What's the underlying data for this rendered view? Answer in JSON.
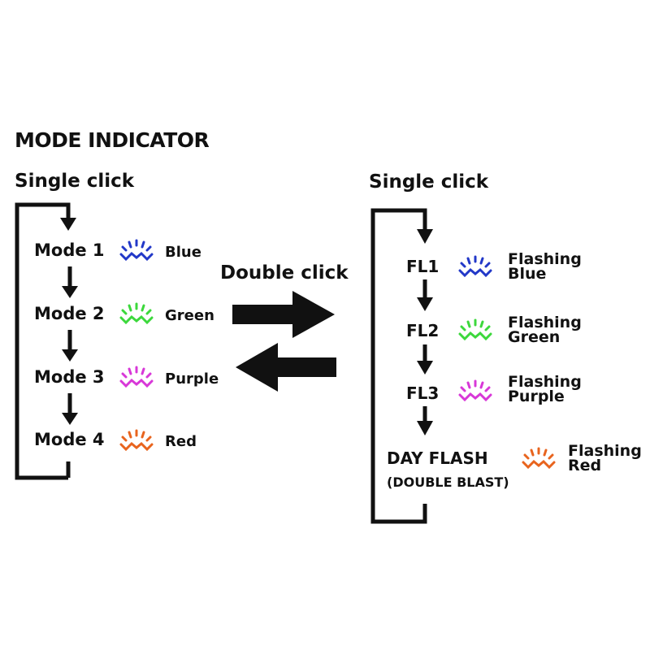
{
  "title": "MODE INDICATOR",
  "left": {
    "click_label": "Single click",
    "modes": [
      {
        "name": "Mode 1",
        "color": "Blue",
        "icon": "blue-light-icon",
        "hex": "#2238c8"
      },
      {
        "name": "Mode 2",
        "color": "Green",
        "icon": "green-light-icon",
        "hex": "#3cd83c"
      },
      {
        "name": "Mode 3",
        "color": "Purple",
        "icon": "purple-light-icon",
        "hex": "#d838d8"
      },
      {
        "name": "Mode 4",
        "color": "Red",
        "icon": "red-light-icon",
        "hex": "#e8641e"
      }
    ]
  },
  "center": {
    "double_click_label": "Double click"
  },
  "right": {
    "click_label": "Single click",
    "modes": [
      {
        "name": "FL1",
        "line1": "Flashing",
        "line2": "Blue",
        "icon": "blue-light-icon",
        "hex": "#2238c8"
      },
      {
        "name": "FL2",
        "line1": "Flashing",
        "line2": "Green",
        "icon": "green-light-icon",
        "hex": "#3cd83c"
      },
      {
        "name": "FL3",
        "line1": "Flashing",
        "line2": "Purple",
        "icon": "purple-light-icon",
        "hex": "#d838d8"
      }
    ],
    "day_flash": {
      "name": "DAY FLASH",
      "sub": "(DOUBLE BLAST)",
      "line1": "Flashing",
      "line2": "Red",
      "icon": "red-light-icon",
      "hex": "#e8641e"
    }
  }
}
